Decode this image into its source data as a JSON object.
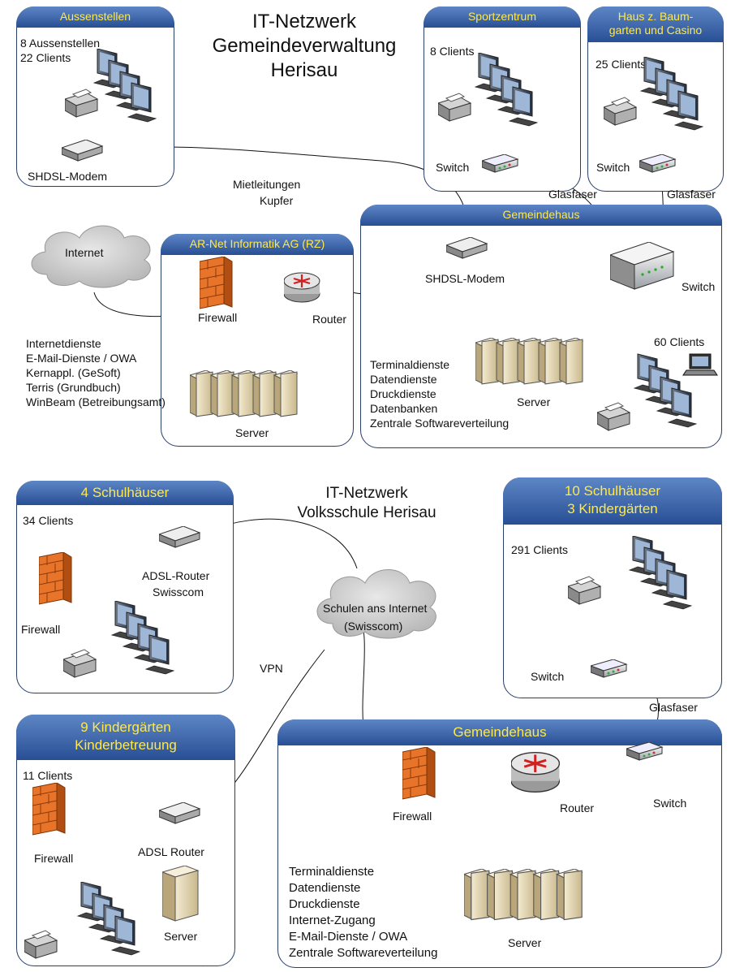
{
  "titles": {
    "gv_line1": "IT-Netzwerk",
    "gv_line2": "Gemeindeverwaltung",
    "gv_line3": "Herisau",
    "vs_line1": "IT-Netzwerk",
    "vs_line2": "Volksschule Herisau"
  },
  "top": {
    "aussenstellen": {
      "header": "Aussenstellen",
      "count_sites": "8 Aussenstellen",
      "clients": "22 Clients",
      "modem": "SHDSL-Modem"
    },
    "sportzentrum": {
      "header": "Sportzentrum",
      "clients": "8 Clients",
      "switch": "Switch"
    },
    "haus": {
      "header_line1": "Haus z. Baum-",
      "header_line2": "garten und Casino",
      "clients": "25 Clients",
      "switch": "Switch"
    },
    "mietleitungen_line1": "Mietleitungen",
    "mietleitungen_line2": "Kupfer",
    "glasfaser1": "Glasfaser",
    "glasfaser2": "Glasfaser",
    "internet": "Internet",
    "arnet": {
      "header": "AR-Net Informatik AG (RZ)",
      "firewall": "Firewall",
      "router": "Router",
      "server": "Server"
    },
    "services": [
      "Internetdienste",
      "E-Mail-Dienste / OWA",
      "Kernappl. (GeSoft)",
      "Terris (Grundbuch)",
      "WinBeam (Betreibungsamt)"
    ],
    "gemeindehaus": {
      "header": "Gemeindehaus",
      "modem": "SHDSL-Modem",
      "switch": "Switch",
      "clients": "60 Clients",
      "server": "Server",
      "services": [
        "Terminaldienste",
        "Datendienste",
        "Druckdienste",
        "Datenbanken",
        "Zentrale Softwareverteilung"
      ]
    }
  },
  "bottom": {
    "schulhaeuser4": {
      "header": "4 Schulhäuser",
      "clients": "34 Clients",
      "router_line1": "ADSL-Router",
      "router_line2": "Swisscom",
      "firewall": "Firewall"
    },
    "schulhaeuser10": {
      "header_line1": "10 Schulhäuser",
      "header_line2": "3 Kindergärten",
      "clients": "291 Clients",
      "switch": "Switch"
    },
    "cloud_line1": "Schulen ans Internet",
    "cloud_line2": "(Swisscom)",
    "vpn": "VPN",
    "glasfaser": "Glasfaser",
    "kindergaerten": {
      "header_line1": "9 Kindergärten",
      "header_line2": "Kinderbetreuung",
      "clients": "11 Clients",
      "router": "ADSL Router",
      "firewall": "Firewall",
      "server": "Server"
    },
    "gemeindehaus": {
      "header": "Gemeindehaus",
      "firewall": "Firewall",
      "router": "Router",
      "switch": "Switch",
      "server": "Server",
      "services": [
        "Terminaldienste",
        "Datendienste",
        "Druckdienste",
        "Internet-Zugang",
        "E-Mail-Dienste / OWA",
        "Zentrale Softwareverteilung"
      ]
    }
  },
  "colors": {
    "header_top": "#5d86c6",
    "header_bottom": "#284f94",
    "header_text": "#ffe94a",
    "firewall": "#e8742a",
    "server": "#e9dcb9"
  }
}
